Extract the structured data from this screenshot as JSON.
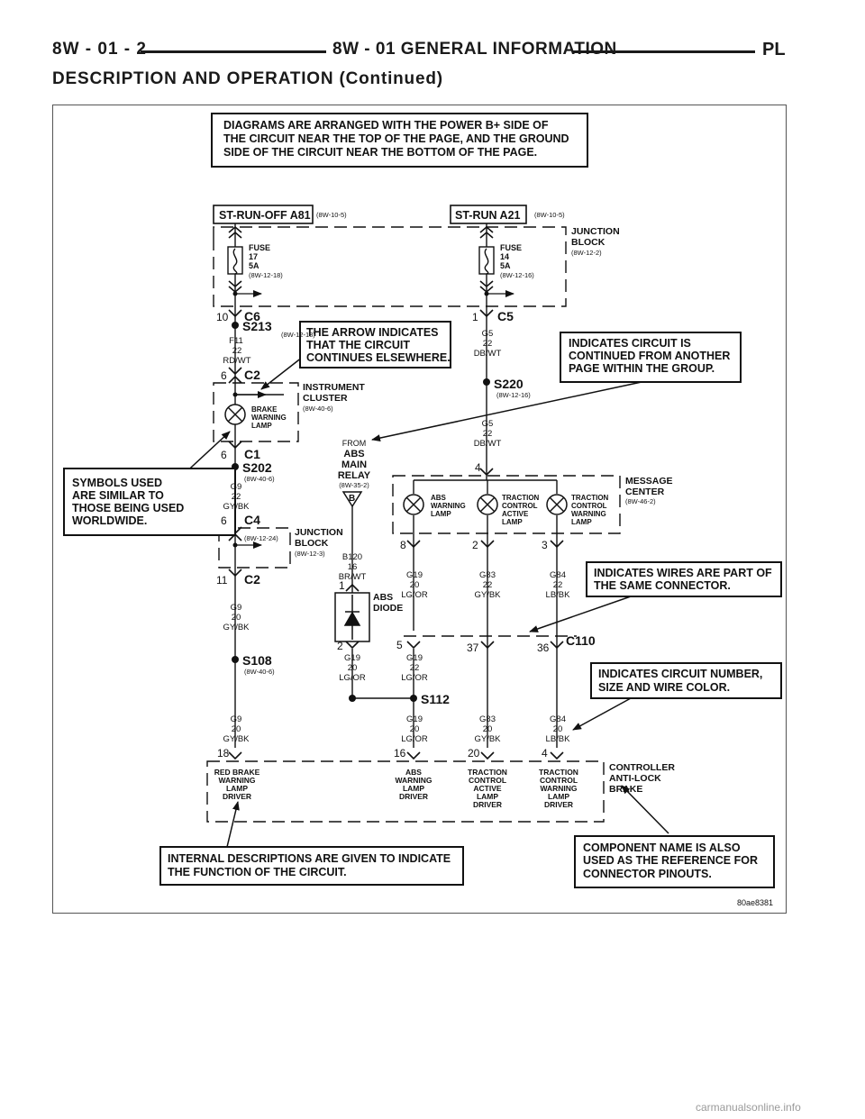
{
  "header": {
    "page_number": "8W - 01 - 2",
    "section": "8W - 01 GENERAL INFORMATION",
    "model": "PL",
    "section_title": "DESCRIPTION AND OPERATION (Continued)"
  },
  "callouts": {
    "top": [
      "DIAGRAMS ARE ARRANGED WITH THE POWER B+ SIDE OF",
      "THE CIRCUIT NEAR THE TOP OF THE PAGE, AND THE GROUND",
      "SIDE OF THE CIRCUIT NEAR THE BOTTOM OF THE PAGE."
    ],
    "arrow": [
      "THE ARROW INDICATES",
      "THAT THE CIRCUIT",
      "CONTINUES ELSEWHERE."
    ],
    "continued": [
      "INDICATES CIRCUIT IS",
      "CONTINUED FROM ANOTHER",
      "PAGE WITHIN THE GROUP."
    ],
    "symbols": [
      "SYMBOLS USED",
      "ARE SIMILAR TO",
      "THOSE BEING USED",
      "WORLDWIDE."
    ],
    "same_connector": [
      "INDICATES WIRES ARE PART OF",
      "THE SAME CONNECTOR."
    ],
    "circuit_number": [
      "INDICATES CIRCUIT NUMBER,",
      "SIZE AND WIRE COLOR."
    ],
    "internal": [
      "INTERNAL DESCRIPTIONS ARE GIVEN TO INDICATE",
      "THE FUNCTION OF THE CIRCUIT."
    ],
    "component": [
      "COMPONENT NAME IS ALSO",
      "USED AS THE REFERENCE FOR",
      "CONNECTOR PINOUTS."
    ]
  },
  "power": {
    "left": {
      "label": "ST-RUN-OFF A81",
      "ref": "(8W-10-5)"
    },
    "right": {
      "label": "ST-RUN A21",
      "ref": "(8W-10-5)"
    }
  },
  "junction_block_top": {
    "name": [
      "JUNCTION",
      "BLOCK"
    ],
    "ref": "(8W-12-2)"
  },
  "fuses": [
    {
      "lines": [
        "FUSE",
        "17",
        "5A"
      ],
      "ref": "(8W-12-18)"
    },
    {
      "lines": [
        "FUSE",
        "14",
        "5A"
      ],
      "ref": "(8W-12-16)"
    }
  ],
  "connectors": {
    "c6": {
      "pin": "10",
      "name": "C6"
    },
    "c5": {
      "pin": "1",
      "name": "C5"
    },
    "c2_ic": {
      "pin": "6",
      "name": "C2"
    },
    "c1": {
      "pin": "6",
      "name": "C1"
    },
    "c4": {
      "pin": "6",
      "name": "C4"
    },
    "c2_jb": {
      "pin": "11",
      "name": "C2"
    },
    "c110": {
      "name": "C110",
      "pins": [
        "5",
        "37",
        "36"
      ]
    },
    "msg_pins": [
      "4",
      "8",
      "2",
      "3"
    ],
    "diode_pins": [
      "1",
      "2"
    ],
    "abs_pins": [
      "18",
      "16",
      "20",
      "4"
    ],
    "relay_pin": "B"
  },
  "splices": {
    "s213": {
      "name": "S213",
      "ref": "(8W-12-18)"
    },
    "s220": {
      "name": "S220",
      "ref": "(8W-12-16)"
    },
    "s202": {
      "name": "S202",
      "ref": "(8W-40-6)"
    },
    "s108": {
      "name": "S108",
      "ref": "(8W-40-6)"
    },
    "s112": {
      "name": "S112"
    }
  },
  "wires": {
    "f11": [
      "F11",
      "22",
      "RD/WT"
    ],
    "g5a": [
      "G5",
      "22",
      "DB/WT"
    ],
    "g5b": [
      "G5",
      "22",
      "DB/WT"
    ],
    "g9a": [
      "G9",
      "22",
      "GY/BK"
    ],
    "g9b": [
      "G9",
      "20",
      "GY/BK"
    ],
    "g9c": [
      "G9",
      "20",
      "GY/BK"
    ],
    "b120": [
      "B120",
      "16",
      "BR/WT"
    ],
    "g19a": [
      "G19",
      "20",
      "LG/OR"
    ],
    "g19b": [
      "G19",
      "20",
      "LG/OR"
    ],
    "g19c": [
      "G19",
      "22",
      "LG/OR"
    ],
    "g19d": [
      "G19",
      "20",
      "LG/OR"
    ],
    "g83a": [
      "G83",
      "22",
      "GY/BK"
    ],
    "g83b": [
      "G83",
      "20",
      "GY/BK"
    ],
    "g84a": [
      "G84",
      "22",
      "LB/BK"
    ],
    "g84b": [
      "G84",
      "20",
      "LB/BK"
    ]
  },
  "instrument_cluster": {
    "name": [
      "INSTRUMENT",
      "CLUSTER"
    ],
    "ref": "(8W-40-6)",
    "lamp": [
      "BRAKE",
      "WARNING",
      "LAMP"
    ]
  },
  "junction_block_mid": {
    "name": [
      "JUNCTION",
      "BLOCK"
    ],
    "ref": "(8W-12-3)",
    "sub_ref": "(8W-12-24)"
  },
  "abs_relay": {
    "from": "FROM",
    "name": [
      "ABS",
      "MAIN",
      "RELAY"
    ],
    "ref": "(8W-35-2)"
  },
  "message_center": {
    "name": [
      "MESSAGE",
      "CENTER"
    ],
    "ref": "(8W-46-2)",
    "lamps": [
      [
        "ABS",
        "WARNING",
        "LAMP"
      ],
      [
        "TRACTION",
        "CONTROL",
        "ACTIVE",
        "LAMP"
      ],
      [
        "TRACTION",
        "CONTROL",
        "WARNING",
        "LAMP"
      ]
    ]
  },
  "abs_diode": [
    "ABS",
    "DIODE"
  ],
  "controller": {
    "name": [
      "CONTROLLER",
      "ANTI-LOCK",
      "BRAKE"
    ],
    "drivers": [
      [
        "RED BRAKE",
        "WARNING",
        "LAMP",
        "DRIVER"
      ],
      [
        "ABS",
        "WARNING",
        "LAMP",
        "DRIVER"
      ],
      [
        "TRACTION",
        "CONTROL",
        "ACTIVE",
        "LAMP",
        "DRIVER"
      ],
      [
        "TRACTION",
        "CONTROL",
        "WARNING",
        "LAMP",
        "DRIVER"
      ]
    ]
  },
  "figure_id": "80ae8381",
  "watermark": "carmanualsonline.info"
}
